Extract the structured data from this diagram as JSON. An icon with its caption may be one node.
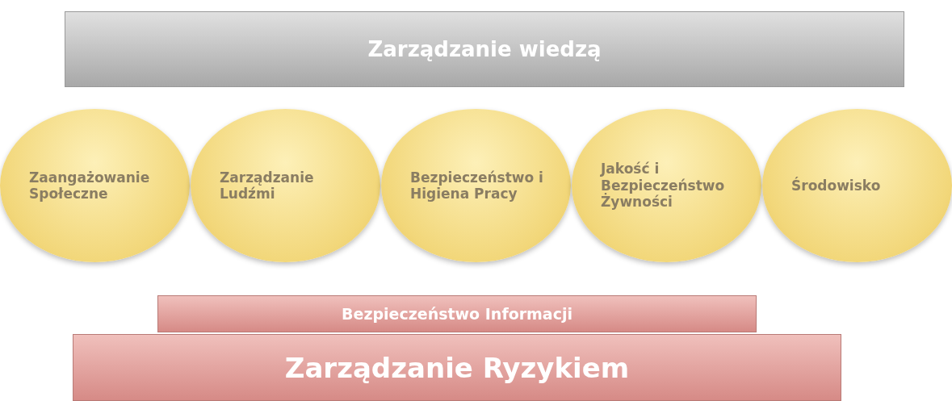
{
  "diagram": {
    "nodes": [
      {
        "text": [
          "Zarządzanie wiedzą"
        ]
      },
      {
        "text": [
          "Zaangażowanie Społeczne"
        ]
      },
      {
        "text": [
          "Zarządzanie Ludźmi"
        ]
      },
      {
        "text": [
          "Bezpieczeństwo i Higiena Pracy"
        ]
      },
      {
        "text": [
          "Jakość i Bezpieczeństwo Żywności"
        ]
      },
      {
        "text": [
          "Środowisko"
        ]
      },
      {
        "text": [
          "Bezpieczeństwo Informacji"
        ]
      },
      {
        "text": [
          "Zarządzanie Ryzykiem"
        ]
      }
    ]
  }
}
